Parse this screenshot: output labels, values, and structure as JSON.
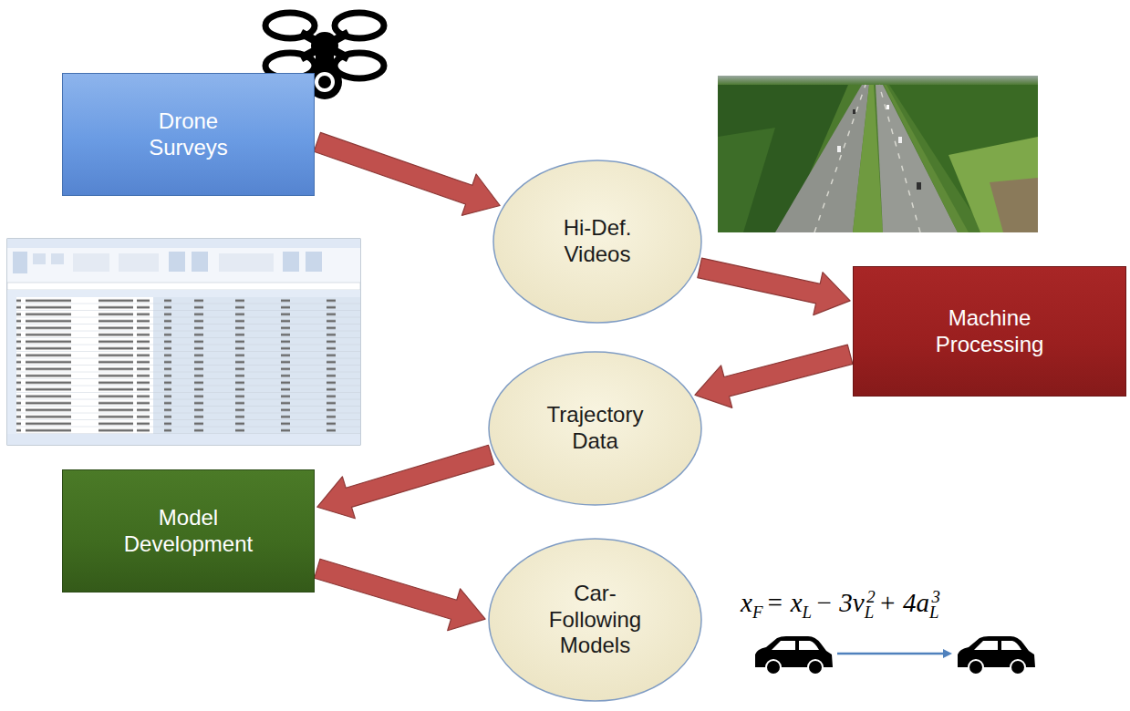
{
  "diagram": {
    "nodes": [
      {
        "text": [
          "Drone Surveys"
        ]
      },
      {
        "text": [
          "Hi-Def. Videos"
        ]
      },
      {
        "text": [
          "Machine Processing"
        ]
      },
      {
        "text": [
          "Trajectory Data"
        ]
      },
      {
        "text": [
          "Model Development"
        ]
      },
      {
        "text": [
          "Car- Following Models"
        ]
      }
    ],
    "edges": [
      {
        "from": 0,
        "to": 1,
        "arrow": "to"
      },
      {
        "from": 1,
        "to": 2,
        "arrow": "to"
      },
      {
        "from": 2,
        "to": 3,
        "arrow": "to"
      },
      {
        "from": 3,
        "to": 4,
        "arrow": "to"
      },
      {
        "from": 4,
        "to": 5,
        "arrow": "to"
      }
    ],
    "labels": [
      "x",
      "F",
      "= x",
      "L",
      "− 3v",
      "L",
      "2",
      "+ 4a",
      "L",
      "3"
    ]
  }
}
